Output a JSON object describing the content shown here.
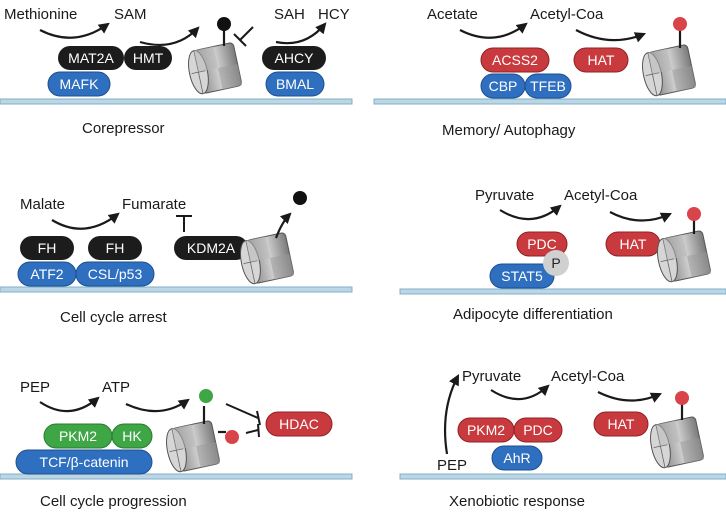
{
  "colors": {
    "black_pill": "#1c1c1c",
    "blue_pill": "#2f6fbf",
    "blue_border": "#1f4f8f",
    "red_pill": "#c93a3f",
    "red_border": "#8e2226",
    "green_pill": "#3fa645",
    "green_border": "#2a7a30",
    "dna": "#bcd6e6"
  },
  "panels": [
    {
      "caption": "Corepressor",
      "metabolites": [
        "Methionine",
        "SAM",
        "SAH",
        "HCY"
      ],
      "enzymes": [
        "MAT2A",
        "HMT",
        "AHCY"
      ],
      "factors": [
        "MAFK",
        "BMAL"
      ]
    },
    {
      "caption": "Memory/ Autophagy",
      "metabolites": [
        "Acetate",
        "Acetyl-Coa"
      ],
      "enzymes": [
        "ACSS2",
        "HAT"
      ],
      "factors": [
        "CBP",
        "TFEB"
      ]
    },
    {
      "caption": "Cell cycle arrest",
      "metabolites": [
        "Malate",
        "Fumarate"
      ],
      "enzymes": [
        "FH",
        "FH",
        "KDM2A"
      ],
      "factors": [
        "ATF2",
        "CSL/p53"
      ]
    },
    {
      "caption": "Adipocyte differentiation",
      "metabolites": [
        "Pyruvate",
        "Acetyl-Coa"
      ],
      "enzymes": [
        "PDC",
        "HAT"
      ],
      "factors": [
        "STAT5"
      ],
      "marks": [
        "P"
      ]
    },
    {
      "caption": "Cell cycle progression",
      "metabolites": [
        "PEP",
        "ATP"
      ],
      "enzymes": [
        "PKM2",
        "HK",
        "HDAC"
      ],
      "factors": [
        "TCF/β-catenin"
      ]
    },
    {
      "caption": "Xenobiotic response",
      "metabolites": [
        "Pyruvate",
        "Acetyl-Coa",
        "PEP"
      ],
      "enzymes": [
        "PKM2",
        "PDC",
        "HAT"
      ],
      "factors": [
        "AhR"
      ]
    }
  ]
}
